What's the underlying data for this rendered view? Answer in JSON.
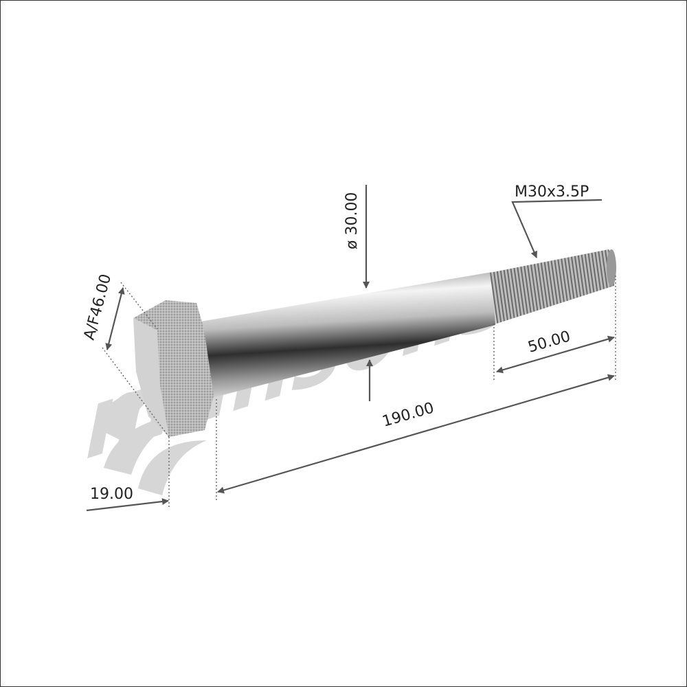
{
  "watermark": {
    "brand": "mansons",
    "color": "#c8c8c8"
  },
  "dimensions": {
    "across_flats": "A/F46.00",
    "head_height": "19.00",
    "length": "190.00",
    "thread_length": "50.00",
    "diameter": "ø 30.00",
    "thread_spec": "M30x3.5P"
  },
  "colors": {
    "dimension_line": "#555555",
    "text": "#222222"
  }
}
